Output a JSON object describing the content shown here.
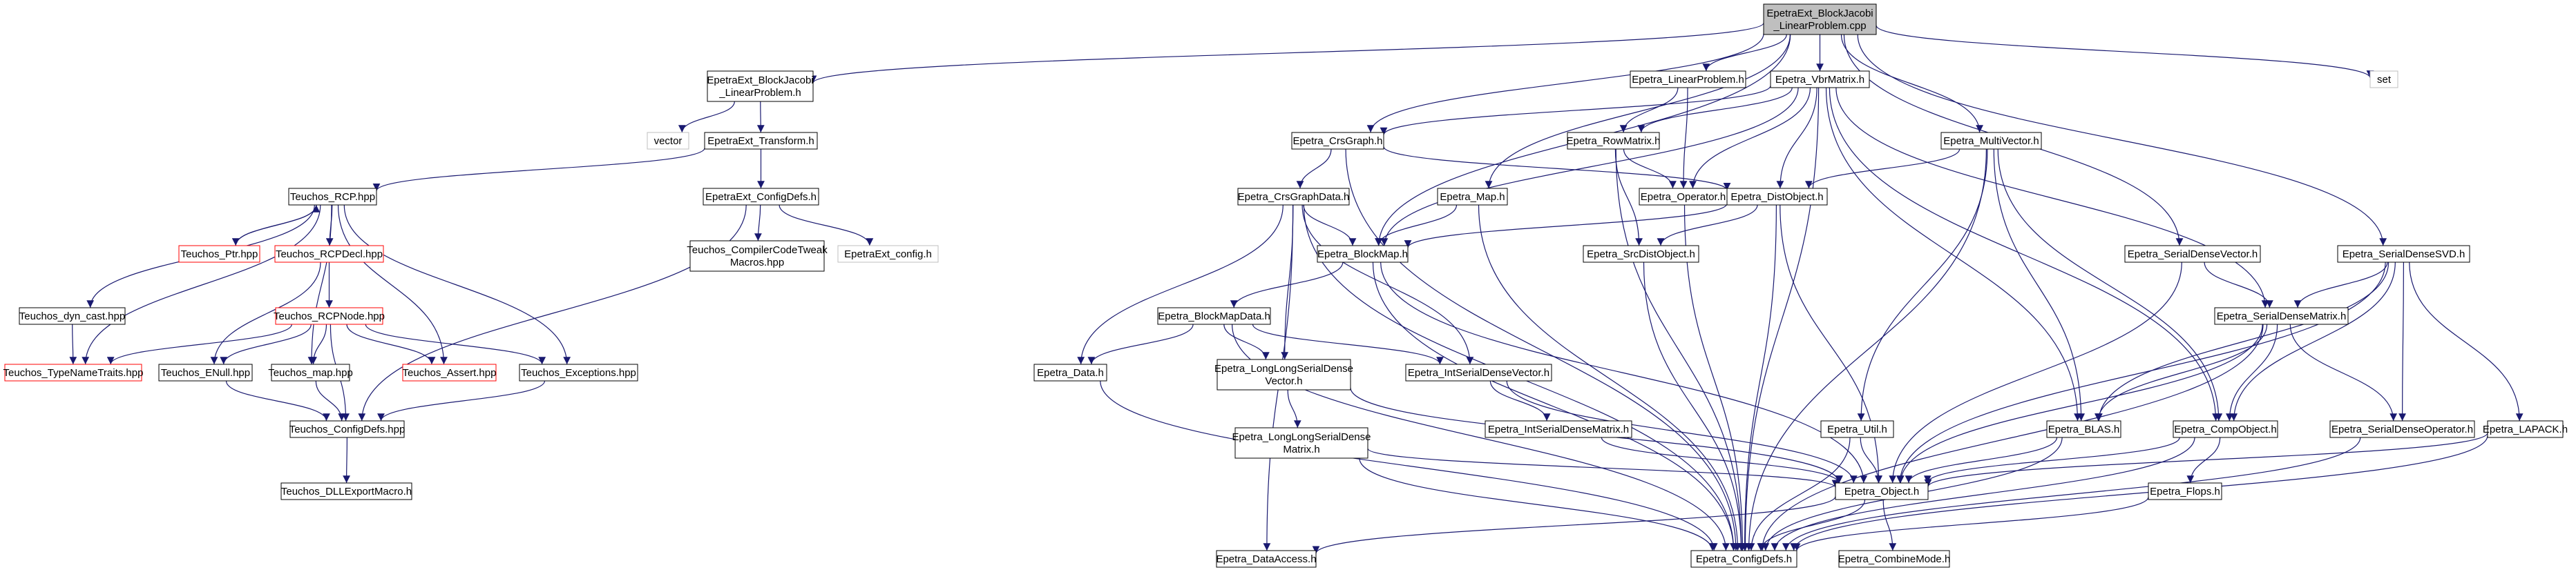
{
  "colors": {
    "edge": "#191970",
    "root_fill": "#bfbfbf",
    "node_border": "#000000",
    "missing_border": "#ff0000",
    "external_border": "#bfbfbf",
    "external_text": "#7f7f7f"
  },
  "nodes": [
    {
      "id": "root",
      "kind": "root",
      "lines": [
        "EpetraExt_BlockJacobi",
        "_LinearProblem.cpp"
      ]
    },
    {
      "id": "bjlp_h",
      "kind": "normal",
      "lines": [
        "EpetraExt_BlockJacobi",
        "_LinearProblem.h"
      ]
    },
    {
      "id": "vector",
      "kind": "external",
      "lines": [
        "vector"
      ]
    },
    {
      "id": "transform",
      "kind": "normal",
      "lines": [
        "EpetraExt_Transform.h"
      ]
    },
    {
      "id": "rcp",
      "kind": "normal",
      "lines": [
        "Teuchos_RCP.hpp"
      ]
    },
    {
      "id": "ptr",
      "kind": "missing",
      "lines": [
        "Teuchos_Ptr.hpp"
      ]
    },
    {
      "id": "rcpdecl",
      "kind": "missing",
      "lines": [
        "Teuchos_RCPDecl.hpp"
      ]
    },
    {
      "id": "rcpnode",
      "kind": "missing",
      "lines": [
        "Teuchos_RCPNode.hpp"
      ]
    },
    {
      "id": "dyncast",
      "kind": "normal",
      "lines": [
        "Teuchos_dyn_cast.hpp"
      ]
    },
    {
      "id": "typename",
      "kind": "missing",
      "lines": [
        "Teuchos_TypeNameTraits.hpp"
      ]
    },
    {
      "id": "enull",
      "kind": "normal",
      "lines": [
        "Teuchos_ENull.hpp"
      ]
    },
    {
      "id": "tmap",
      "kind": "normal",
      "lines": [
        "Teuchos_map.hpp"
      ]
    },
    {
      "id": "assert",
      "kind": "missing",
      "lines": [
        "Teuchos_Assert.hpp"
      ]
    },
    {
      "id": "exceptions",
      "kind": "normal",
      "lines": [
        "Teuchos_Exceptions.hpp"
      ]
    },
    {
      "id": "tconfig",
      "kind": "normal",
      "lines": [
        "Teuchos_ConfigDefs.hpp"
      ]
    },
    {
      "id": "dllexport",
      "kind": "normal",
      "lines": [
        "Teuchos_DLLExportMacro.h"
      ]
    },
    {
      "id": "extconfig",
      "kind": "normal",
      "lines": [
        "EpetraExt_ConfigDefs.h"
      ]
    },
    {
      "id": "tweak",
      "kind": "normal",
      "lines": [
        "Teuchos_CompilerCodeTweak",
        "Macros.hpp"
      ]
    },
    {
      "id": "extconfig_h",
      "kind": "external",
      "lines": [
        "EpetraExt_config.h"
      ]
    },
    {
      "id": "crsgraph",
      "kind": "normal",
      "lines": [
        "Epetra_CrsGraph.h"
      ]
    },
    {
      "id": "crsgraphdata",
      "kind": "normal",
      "lines": [
        "Epetra_CrsGraphData.h"
      ]
    },
    {
      "id": "map",
      "kind": "normal",
      "lines": [
        "Epetra_Map.h"
      ]
    },
    {
      "id": "blockmap",
      "kind": "normal",
      "lines": [
        "Epetra_BlockMap.h"
      ]
    },
    {
      "id": "blockmapdata",
      "kind": "normal",
      "lines": [
        "Epetra_BlockMapData.h"
      ]
    },
    {
      "id": "data",
      "kind": "normal",
      "lines": [
        "Epetra_Data.h"
      ]
    },
    {
      "id": "llsdv",
      "kind": "normal",
      "lines": [
        "Epetra_LongLongSerialDense",
        "Vector.h"
      ]
    },
    {
      "id": "llsdm",
      "kind": "normal",
      "lines": [
        "Epetra_LongLongSerialDense",
        "Matrix.h"
      ]
    },
    {
      "id": "isdv",
      "kind": "normal",
      "lines": [
        "Epetra_IntSerialDenseVector.h"
      ]
    },
    {
      "id": "isdm",
      "kind": "normal",
      "lines": [
        "Epetra_IntSerialDenseMatrix.h"
      ]
    },
    {
      "id": "dataaccess",
      "kind": "normal",
      "lines": [
        "Epetra_DataAccess.h"
      ]
    },
    {
      "id": "linprob",
      "kind": "normal",
      "lines": [
        "Epetra_LinearProblem.h"
      ]
    },
    {
      "id": "vbrmatrix",
      "kind": "normal",
      "lines": [
        "Epetra_VbrMatrix.h"
      ]
    },
    {
      "id": "rowmatrix",
      "kind": "normal",
      "lines": [
        "Epetra_RowMatrix.h"
      ]
    },
    {
      "id": "operator",
      "kind": "normal",
      "lines": [
        "Epetra_Operator.h"
      ]
    },
    {
      "id": "distobject",
      "kind": "normal",
      "lines": [
        "Epetra_DistObject.h"
      ]
    },
    {
      "id": "srcdist",
      "kind": "normal",
      "lines": [
        "Epetra_SrcDistObject.h"
      ]
    },
    {
      "id": "multivector",
      "kind": "normal",
      "lines": [
        "Epetra_MultiVector.h"
      ]
    },
    {
      "id": "util",
      "kind": "normal",
      "lines": [
        "Epetra_Util.h"
      ]
    },
    {
      "id": "sdvector",
      "kind": "normal",
      "lines": [
        "Epetra_SerialDenseVector.h"
      ]
    },
    {
      "id": "sdsvd",
      "kind": "normal",
      "lines": [
        "Epetra_SerialDenseSVD.h"
      ]
    },
    {
      "id": "sdmatrix",
      "kind": "normal",
      "lines": [
        "Epetra_SerialDenseMatrix.h"
      ]
    },
    {
      "id": "blas",
      "kind": "normal",
      "lines": [
        "Epetra_BLAS.h"
      ]
    },
    {
      "id": "compobject",
      "kind": "normal",
      "lines": [
        "Epetra_CompObject.h"
      ]
    },
    {
      "id": "sdoperator",
      "kind": "normal",
      "lines": [
        "Epetra_SerialDenseOperator.h"
      ]
    },
    {
      "id": "lapack",
      "kind": "normal",
      "lines": [
        "Epetra_LAPACK.h"
      ]
    },
    {
      "id": "flops",
      "kind": "normal",
      "lines": [
        "Epetra_Flops.h"
      ]
    },
    {
      "id": "object",
      "kind": "normal",
      "lines": [
        "Epetra_Object.h"
      ]
    },
    {
      "id": "configdefs",
      "kind": "normal",
      "lines": [
        "Epetra_ConfigDefs.h"
      ]
    },
    {
      "id": "combine",
      "kind": "normal",
      "lines": [
        "Epetra_CombineMode.h"
      ]
    },
    {
      "id": "set",
      "kind": "external",
      "lines": [
        "set"
      ]
    }
  ],
  "edges": [
    [
      "root",
      "bjlp_h"
    ],
    [
      "root",
      "crsgraph"
    ],
    [
      "root",
      "blockmap"
    ],
    [
      "root",
      "map"
    ],
    [
      "root",
      "linprob"
    ],
    [
      "root",
      "vbrmatrix"
    ],
    [
      "root",
      "multivector"
    ],
    [
      "root",
      "sdvector"
    ],
    [
      "root",
      "sdsvd"
    ],
    [
      "root",
      "set"
    ],
    [
      "bjlp_h",
      "vector"
    ],
    [
      "bjlp_h",
      "transform"
    ],
    [
      "transform",
      "rcp"
    ],
    [
      "transform",
      "extconfig"
    ],
    [
      "rcp",
      "ptr"
    ],
    [
      "rcp",
      "rcpdecl"
    ],
    [
      "rcp",
      "dyncast"
    ],
    [
      "rcp",
      "typename"
    ],
    [
      "rcp",
      "tmap"
    ],
    [
      "rcp",
      "assert"
    ],
    [
      "rcp",
      "exceptions"
    ],
    [
      "ptr",
      "rcp"
    ],
    [
      "rcpdecl",
      "rcpnode"
    ],
    [
      "rcpdecl",
      "enull"
    ],
    [
      "rcpnode",
      "typename"
    ],
    [
      "rcpnode",
      "enull"
    ],
    [
      "rcpnode",
      "tmap"
    ],
    [
      "rcpnode",
      "assert"
    ],
    [
      "rcpnode",
      "exceptions"
    ],
    [
      "rcpnode",
      "tconfig"
    ],
    [
      "dyncast",
      "typename"
    ],
    [
      "enull",
      "tconfig"
    ],
    [
      "tmap",
      "tconfig"
    ],
    [
      "exceptions",
      "tconfig"
    ],
    [
      "tconfig",
      "dllexport"
    ],
    [
      "extconfig",
      "tweak"
    ],
    [
      "extconfig",
      "extconfig_h"
    ],
    [
      "extconfig",
      "tconfig"
    ],
    [
      "crsgraph",
      "crsgraphdata"
    ],
    [
      "crsgraph",
      "distobject"
    ],
    [
      "crsgraph",
      "configdefs"
    ],
    [
      "crsgraphdata",
      "blockmap"
    ],
    [
      "crsgraphdata",
      "data"
    ],
    [
      "crsgraphdata",
      "llsdv"
    ],
    [
      "crsgraphdata",
      "isdv"
    ],
    [
      "crsgraphdata",
      "dataaccess"
    ],
    [
      "crsgraphdata",
      "configdefs"
    ],
    [
      "map",
      "blockmap"
    ],
    [
      "map",
      "configdefs"
    ],
    [
      "blockmap",
      "blockmapdata"
    ],
    [
      "blockmap",
      "object"
    ],
    [
      "blockmap",
      "configdefs"
    ],
    [
      "blockmapdata",
      "data"
    ],
    [
      "blockmapdata",
      "llsdv"
    ],
    [
      "blockmapdata",
      "isdv"
    ],
    [
      "blockmapdata",
      "configdefs"
    ],
    [
      "data",
      "configdefs"
    ],
    [
      "llsdv",
      "llsdm"
    ],
    [
      "llsdv",
      "object"
    ],
    [
      "llsdm",
      "object"
    ],
    [
      "llsdm",
      "configdefs"
    ],
    [
      "isdv",
      "isdm"
    ],
    [
      "isdv",
      "object"
    ],
    [
      "isdm",
      "object"
    ],
    [
      "linprob",
      "rowmatrix"
    ],
    [
      "linprob",
      "operator"
    ],
    [
      "vbrmatrix",
      "crsgraph"
    ],
    [
      "vbrmatrix",
      "rowmatrix"
    ],
    [
      "vbrmatrix",
      "operator"
    ],
    [
      "vbrmatrix",
      "distobject"
    ],
    [
      "vbrmatrix",
      "blockmap"
    ],
    [
      "vbrmatrix",
      "blas"
    ],
    [
      "vbrmatrix",
      "sdmatrix"
    ],
    [
      "vbrmatrix",
      "compobject"
    ],
    [
      "vbrmatrix",
      "configdefs"
    ],
    [
      "rowmatrix",
      "operator"
    ],
    [
      "rowmatrix",
      "srcdist"
    ],
    [
      "rowmatrix",
      "configdefs"
    ],
    [
      "operator",
      "configdefs"
    ],
    [
      "distobject",
      "blockmap"
    ],
    [
      "distobject",
      "srcdist"
    ],
    [
      "distobject",
      "object"
    ],
    [
      "distobject",
      "configdefs"
    ],
    [
      "srcdist",
      "configdefs"
    ],
    [
      "multivector",
      "distobject"
    ],
    [
      "multivector",
      "util"
    ],
    [
      "multivector",
      "blas"
    ],
    [
      "multivector",
      "compobject"
    ],
    [
      "multivector",
      "configdefs"
    ],
    [
      "util",
      "object"
    ],
    [
      "util",
      "configdefs"
    ],
    [
      "sdvector",
      "sdmatrix"
    ],
    [
      "sdvector",
      "object"
    ],
    [
      "sdsvd",
      "sdmatrix"
    ],
    [
      "sdsvd",
      "sdoperator"
    ],
    [
      "sdsvd",
      "blas"
    ],
    [
      "sdsvd",
      "compobject"
    ],
    [
      "sdsvd",
      "lapack"
    ],
    [
      "sdsvd",
      "object"
    ],
    [
      "sdmatrix",
      "blas"
    ],
    [
      "sdmatrix",
      "compobject"
    ],
    [
      "sdmatrix",
      "sdoperator"
    ],
    [
      "sdmatrix",
      "object"
    ],
    [
      "sdmatrix",
      "configdefs"
    ],
    [
      "blas",
      "object"
    ],
    [
      "blas",
      "configdefs"
    ],
    [
      "compobject",
      "flops"
    ],
    [
      "compobject",
      "object"
    ],
    [
      "compobject",
      "configdefs"
    ],
    [
      "sdoperator",
      "configdefs"
    ],
    [
      "lapack",
      "object"
    ],
    [
      "lapack",
      "configdefs"
    ],
    [
      "flops",
      "configdefs"
    ],
    [
      "object",
      "dataaccess"
    ],
    [
      "object",
      "configdefs"
    ],
    [
      "object",
      "combine"
    ]
  ]
}
